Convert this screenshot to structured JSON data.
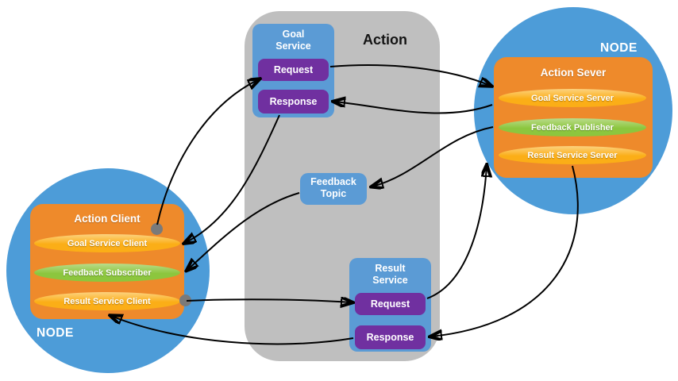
{
  "colors": {
    "node-blue": "#4D9CD8",
    "box-orange": "#EE8A2B",
    "oval-yellow": "#FBAE17",
    "oval-green": "#8CC63E",
    "small-blue": "#5B9BD5",
    "purple": "#7030A0",
    "gray-panel": "#BFBFBF",
    "dot-gray": "#7A7A7A",
    "arrow-black": "#000000"
  },
  "left_node": {
    "label": "NODE",
    "box_title": "Action Client",
    "items": [
      {
        "label": "Goal Service Client"
      },
      {
        "label": "Feedback Subscriber"
      },
      {
        "label": "Result Service Client"
      }
    ]
  },
  "right_node": {
    "label": "NODE",
    "box_title": "Action Sever",
    "items": [
      {
        "label": "Goal Service Server"
      },
      {
        "label": "Feedback Publisher"
      },
      {
        "label": "Result Service Server"
      }
    ]
  },
  "action_panel": {
    "title": "Action",
    "goal_service": {
      "title": "Goal Service",
      "request": "Request",
      "response": "Response"
    },
    "feedback_topic": {
      "title": "Feedback Topic"
    },
    "result_service": {
      "title": "Result Service",
      "request": "Request",
      "response": "Response"
    }
  }
}
